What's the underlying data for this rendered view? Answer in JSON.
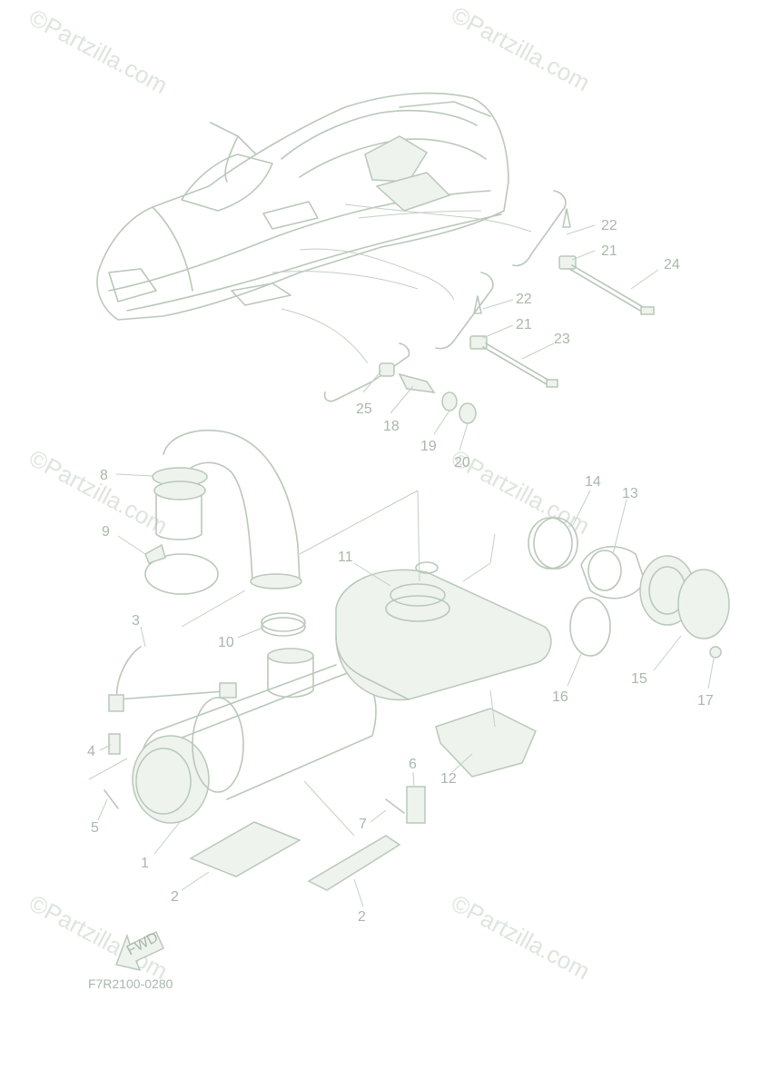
{
  "diagram": {
    "code": "F7R2100-0280",
    "watermark": "©Partzilla.com",
    "fwd_label": "FWD",
    "callouts": [
      {
        "id": "22a",
        "text": "22"
      },
      {
        "id": "21a",
        "text": "21"
      },
      {
        "id": "24",
        "text": "24"
      },
      {
        "id": "22b",
        "text": "22"
      },
      {
        "id": "21b",
        "text": "21"
      },
      {
        "id": "23",
        "text": "23"
      },
      {
        "id": "25",
        "text": "25"
      },
      {
        "id": "18",
        "text": "18"
      },
      {
        "id": "19",
        "text": "19"
      },
      {
        "id": "20",
        "text": "20"
      },
      {
        "id": "8",
        "text": "8"
      },
      {
        "id": "9",
        "text": "9"
      },
      {
        "id": "14",
        "text": "14"
      },
      {
        "id": "13",
        "text": "13"
      },
      {
        "id": "11",
        "text": "11"
      },
      {
        "id": "10",
        "text": "10"
      },
      {
        "id": "3",
        "text": "3"
      },
      {
        "id": "15",
        "text": "15"
      },
      {
        "id": "16",
        "text": "16"
      },
      {
        "id": "17",
        "text": "17"
      },
      {
        "id": "4",
        "text": "4"
      },
      {
        "id": "6",
        "text": "6"
      },
      {
        "id": "12",
        "text": "12"
      },
      {
        "id": "5",
        "text": "5"
      },
      {
        "id": "7",
        "text": "7"
      },
      {
        "id": "1",
        "text": "1"
      },
      {
        "id": "2a",
        "text": "2"
      },
      {
        "id": "2b",
        "text": "2"
      }
    ]
  }
}
